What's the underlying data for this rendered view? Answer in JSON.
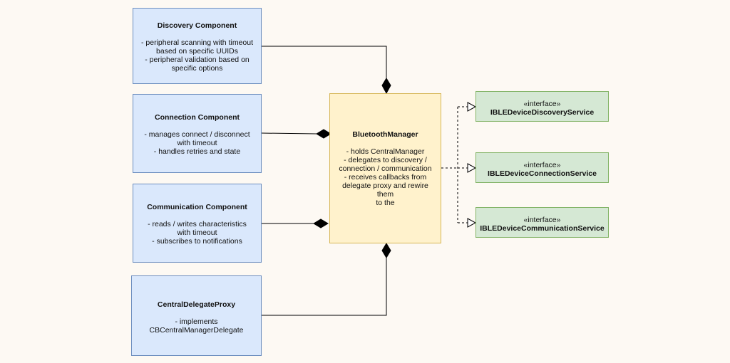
{
  "components": [
    {
      "title": "Discovery Component",
      "desc": "- peripheral scanning with timeout\nbased on specific UUIDs\n- peripheral validation based on\nspecific options"
    },
    {
      "title": "Connection Component",
      "desc": "- manages connect / disconnect\nwith timeout\n- handles retries and state"
    },
    {
      "title": "Communication Component",
      "desc": "- reads / writes characteristics\nwith timeout\n- subscribes to notifications"
    },
    {
      "title": "CentralDelegateProxy",
      "desc": "- implements\nCBCentralManagerDelegate"
    }
  ],
  "manager": {
    "title": "BluetoothManager",
    "desc": "- holds CentralManager\n- delegates to discovery /\nconnection / communication\n- receives callbacks from\ndelegate proxy and rewire them\nto the"
  },
  "interfaces": [
    {
      "stereotype": "«interface»",
      "name": "IBLEDeviceDiscoveryService"
    },
    {
      "stereotype": "«interface»",
      "name": "IBLEDeviceConnectionService"
    },
    {
      "stereotype": "«interface»",
      "name": "IBLEDeviceCommunicationService"
    }
  ],
  "colors": {
    "component_fill": "#dae8fc",
    "component_border": "#6c8ebf",
    "manager_fill": "#fff2cc",
    "manager_border": "#d6b656",
    "interface_fill": "#d5e8d4",
    "interface_border": "#82b366",
    "background": "#fdf9f3"
  }
}
